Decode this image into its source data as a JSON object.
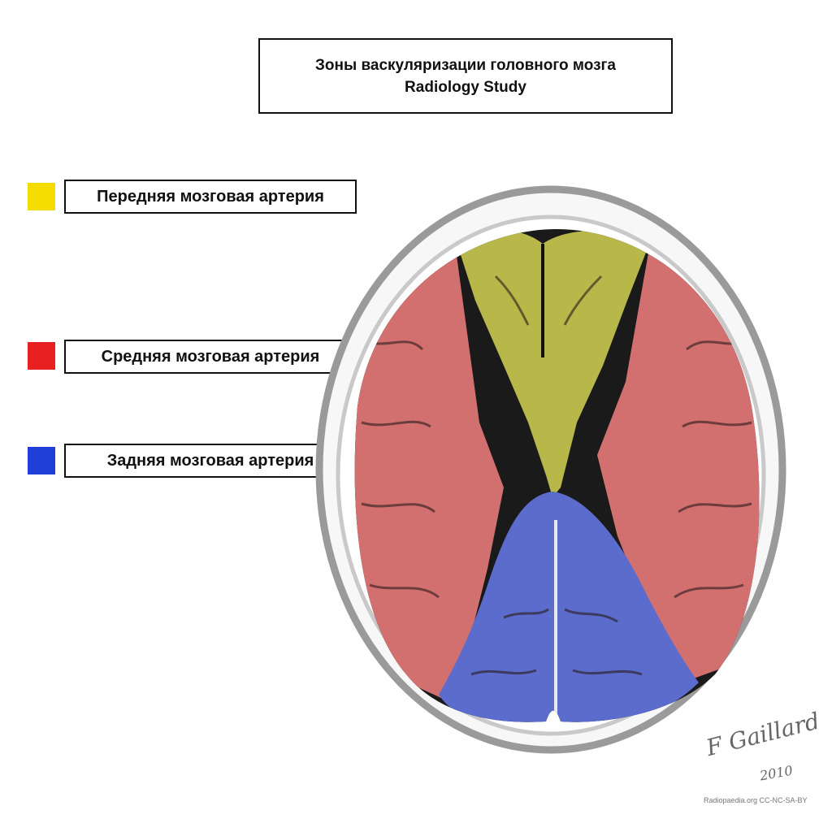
{
  "title": {
    "line1": "Зоны васкуляризации головного мозга",
    "line2": "Radiology Study"
  },
  "legend": [
    {
      "label": "Передняя мозговая артерия",
      "color": "#f5dc00"
    },
    {
      "label": "Средняя мозговая артерия",
      "color": "#e82020"
    },
    {
      "label": "Задняя мозговая артерия",
      "color": "#1f3fd8"
    }
  ],
  "territories": {
    "anterior_color": "#b8b84a",
    "middle_color": "#d27070",
    "posterior_color": "#5b6ccc"
  },
  "signature": {
    "name": "F Gaillard",
    "year": "2010"
  },
  "credit": "Radiopaedia.org CC-NC-SA-BY"
}
